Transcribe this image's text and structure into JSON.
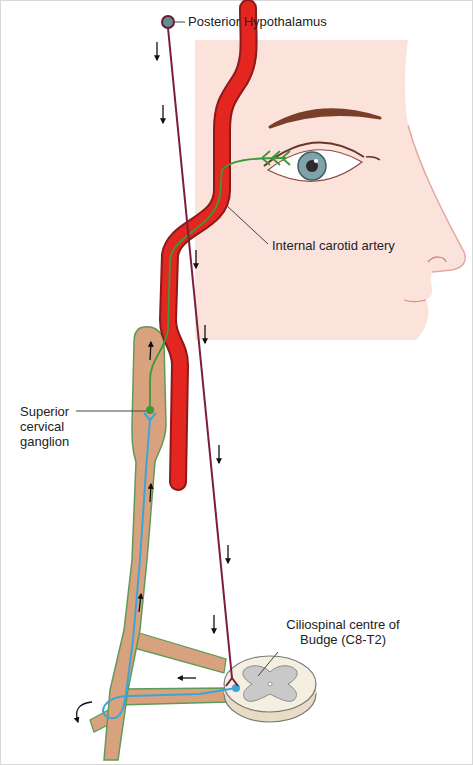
{
  "diagram": {
    "labels": [
      "Posterior Hypothalamus",
      "Internal carotid artery",
      "Superior cervical ganglion",
      "Ciliospinal centre of Budge (C8-T2)"
    ]
  }
}
